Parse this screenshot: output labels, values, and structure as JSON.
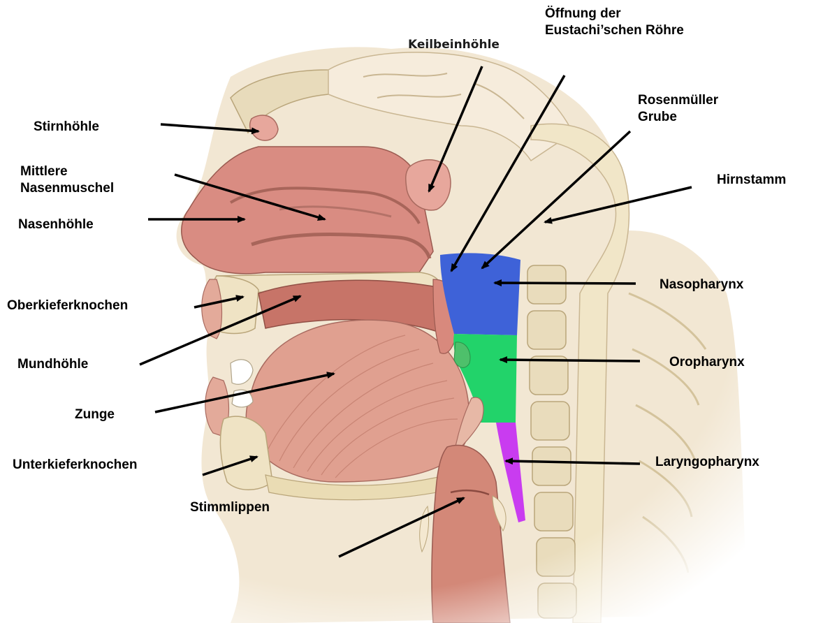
{
  "labels": {
    "keilbeinhoehle": "Keilbeinhöhle",
    "oeffnung_1": "Öffnung der",
    "oeffnung_2": "Eustachi’schen Röhre",
    "rosenmueller_1": "Rosenmüller",
    "rosenmueller_2": "Grube",
    "stirnhoehle": "Stirnhöhle",
    "mittlere_1": "Mittlere",
    "mittlere_2": "Nasenmuschel",
    "nasenhoehle": "Nasenhöhle",
    "hirnstamm": "Hirnstamm",
    "nasopharynx": "Nasopharynx",
    "oberkiefer": "Oberkieferknochen",
    "mundhoehle": "Mundhöhle",
    "oropharynx": "Oropharynx",
    "zunge": "Zunge",
    "laryngopharynx": "Laryngopharynx",
    "unterkiefer": "Unterkieferknochen",
    "stimmlippen": "Stimmlippen"
  },
  "colors": {
    "nasopharynx": "#3e62d8",
    "oropharynx": "#22d36a",
    "laryngopharynx": "#c93cf0",
    "tissue": "#d98c82",
    "bone": "#efe3c4"
  }
}
